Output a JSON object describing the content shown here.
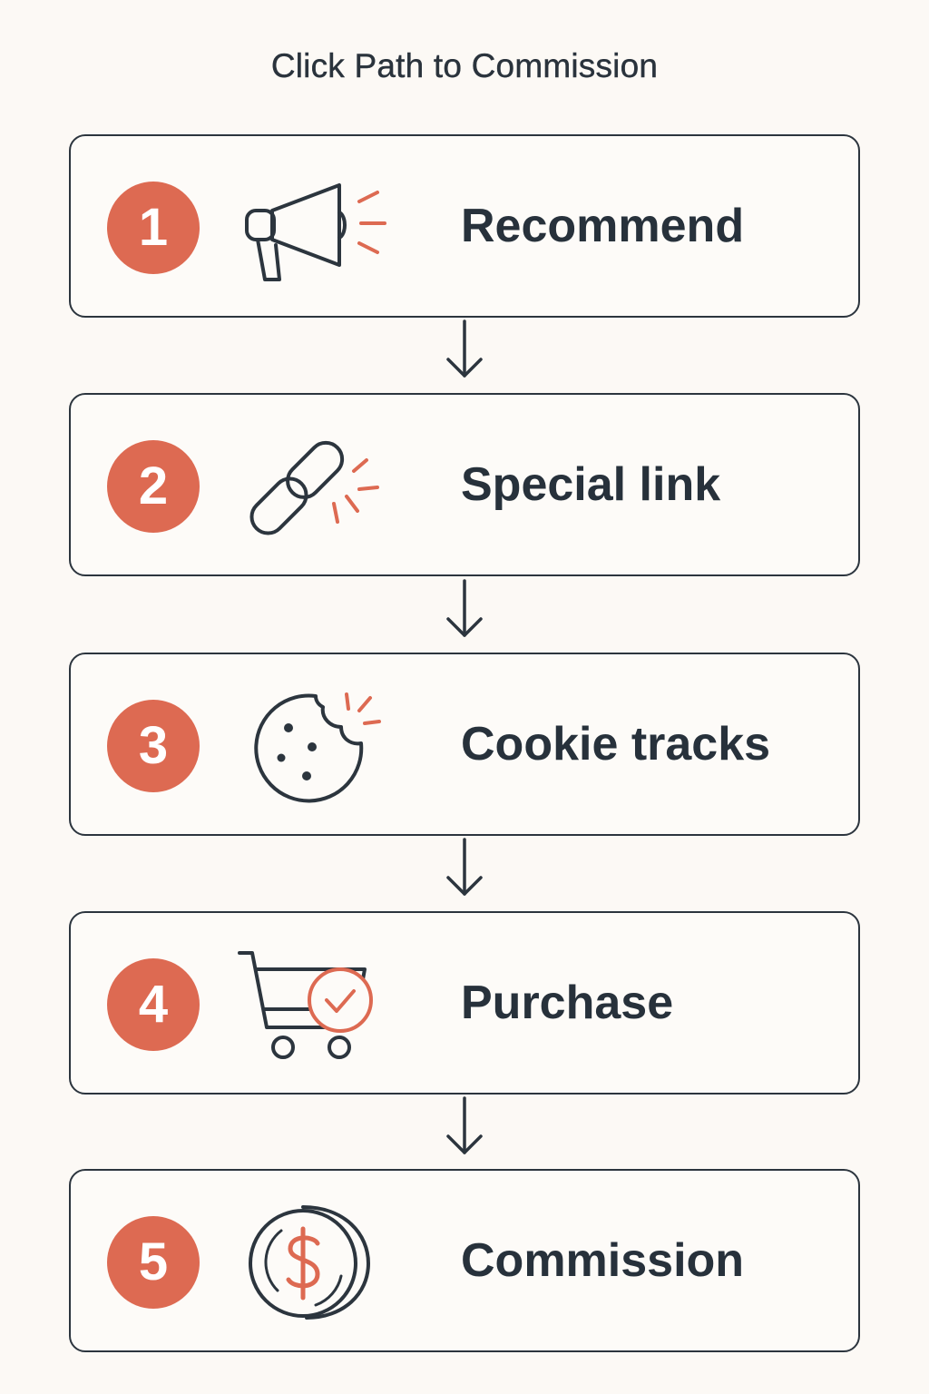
{
  "title": "Click Path to Commission",
  "colors": {
    "accent": "#dd6a52",
    "ink": "#27313b",
    "background": "#fcf9f5"
  },
  "steps": [
    {
      "number": "1",
      "label": "Recommend",
      "icon": "megaphone-icon"
    },
    {
      "number": "2",
      "label": "Special link",
      "icon": "link-icon"
    },
    {
      "number": "3",
      "label": "Cookie tracks",
      "icon": "cookie-icon"
    },
    {
      "number": "4",
      "label": "Purchase",
      "icon": "shopping-cart-check-icon"
    },
    {
      "number": "5",
      "label": "Commission",
      "icon": "dollar-coin-icon"
    }
  ]
}
